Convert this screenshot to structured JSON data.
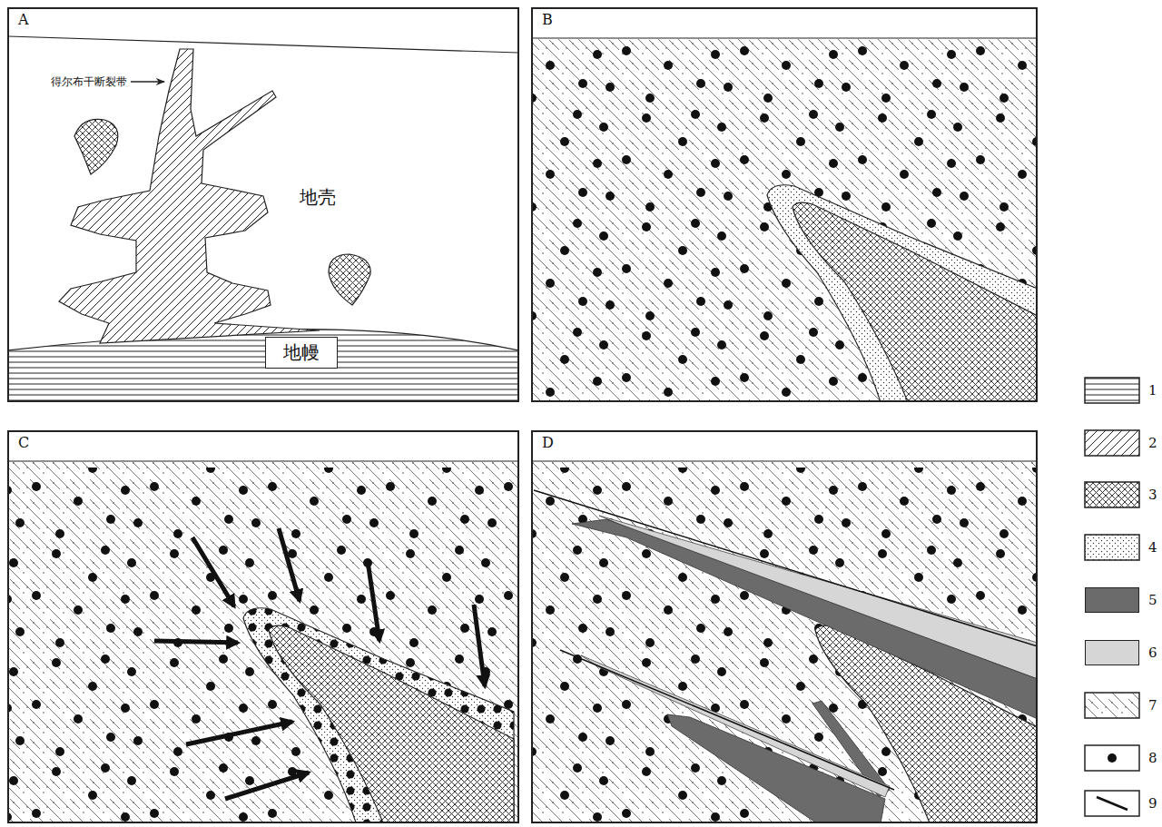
{
  "diagram": {
    "nodes": [
      {
        "text": [
          "A"
        ]
      },
      {
        "text": [
          "B"
        ]
      },
      {
        "text": [
          "C"
        ]
      },
      {
        "text": [
          "D"
        ]
      },
      {
        "text": [
          "地幔"
        ],
        "in": 0
      }
    ],
    "labels": [
      "得尔布干断裂带",
      "地壳"
    ],
    "legend": [
      {
        "text": "1"
      },
      {
        "text": "2"
      },
      {
        "text": "3"
      },
      {
        "text": "4"
      },
      {
        "text": "5",
        "color": "#6b6b6b"
      },
      {
        "text": "6",
        "color": "#d6d6d6"
      },
      {
        "text": "7"
      },
      {
        "text": "8"
      },
      {
        "text": "9"
      }
    ]
  }
}
